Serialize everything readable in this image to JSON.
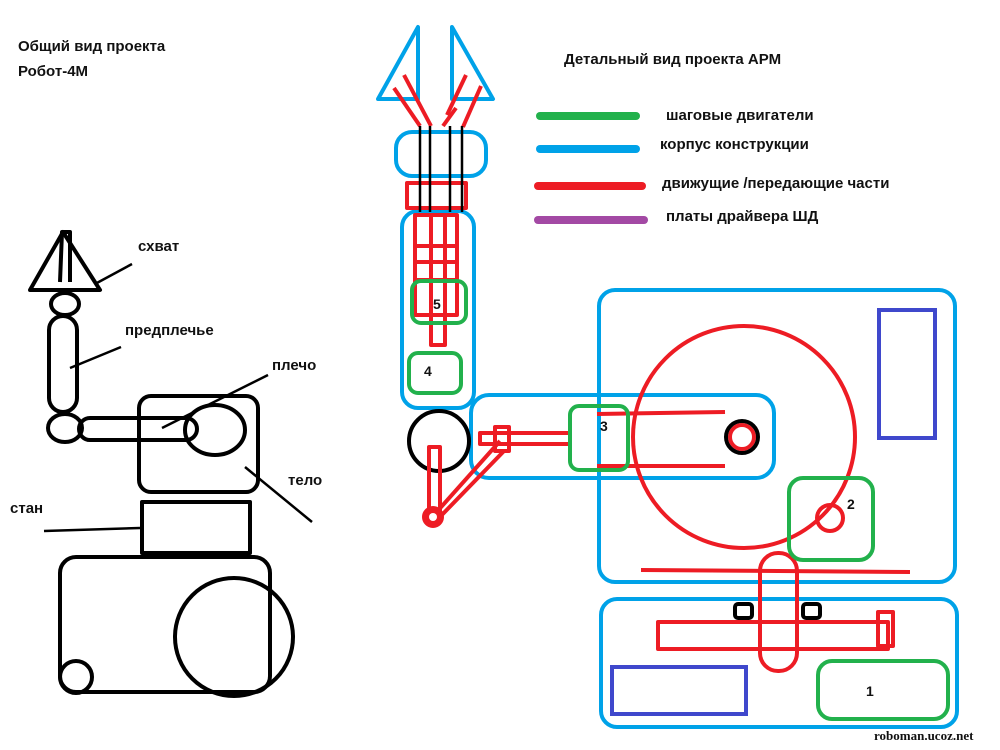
{
  "overview": {
    "title_line1": "Общий вид проекта",
    "title_line2": "Робот-4М",
    "labels": {
      "gripper": "схват",
      "forearm": "предплечье",
      "shoulder": "плечо",
      "body": "тело",
      "base": "стан"
    }
  },
  "detail": {
    "title": "Детальный вид проекта АРМ",
    "legend": [
      {
        "label": "шаговые двигатели",
        "color": "#22b14c"
      },
      {
        "label": "корпус конструкции",
        "color": "#00a2e8"
      },
      {
        "label": "движущие /передающие части",
        "color": "#ed1c24"
      },
      {
        "label": "платы драйвера ШД",
        "color": "#a349a4"
      }
    ],
    "motor_numbers": [
      "1",
      "2",
      "3",
      "4",
      "5"
    ]
  },
  "colors": {
    "stepper": "#22b14c",
    "frame": "#00a2e8",
    "moving": "#ed1c24",
    "driver": "#3f48cc",
    "outline": "#000000"
  },
  "watermark": "roboman.ucoz.net"
}
